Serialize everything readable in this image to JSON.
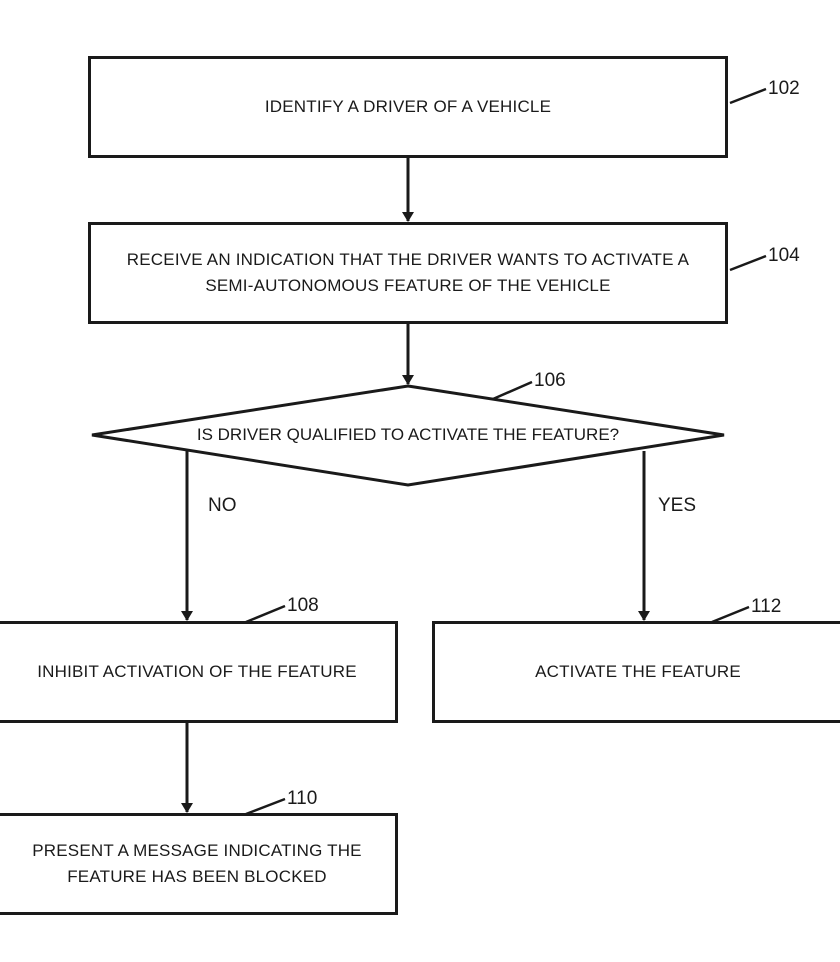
{
  "steps": {
    "s102": {
      "ref": "102",
      "lines": [
        "IDENTIFY A DRIVER OF A VEHICLE"
      ]
    },
    "s104": {
      "ref": "104",
      "lines": [
        "RECEIVE AN INDICATION THAT THE DRIVER WANTS TO ACTIVATE A",
        "SEMI-AUTONOMOUS FEATURE OF THE VEHICLE"
      ]
    },
    "s106": {
      "ref": "106",
      "text": "IS DRIVER QUALIFIED TO ACTIVATE THE FEATURE?"
    },
    "s108": {
      "ref": "108",
      "lines": [
        "INHIBIT ACTIVATION OF THE FEATURE"
      ]
    },
    "s110": {
      "ref": "110",
      "lines": [
        "PRESENT A MESSAGE INDICATING THE",
        "FEATURE HAS BEEN BLOCKED"
      ]
    },
    "s112": {
      "ref": "112",
      "lines": [
        "ACTIVATE THE FEATURE"
      ]
    }
  },
  "branches": {
    "no": "NO",
    "yes": "YES"
  },
  "colors": {
    "stroke": "#1a1a1a",
    "background": "#ffffff"
  }
}
